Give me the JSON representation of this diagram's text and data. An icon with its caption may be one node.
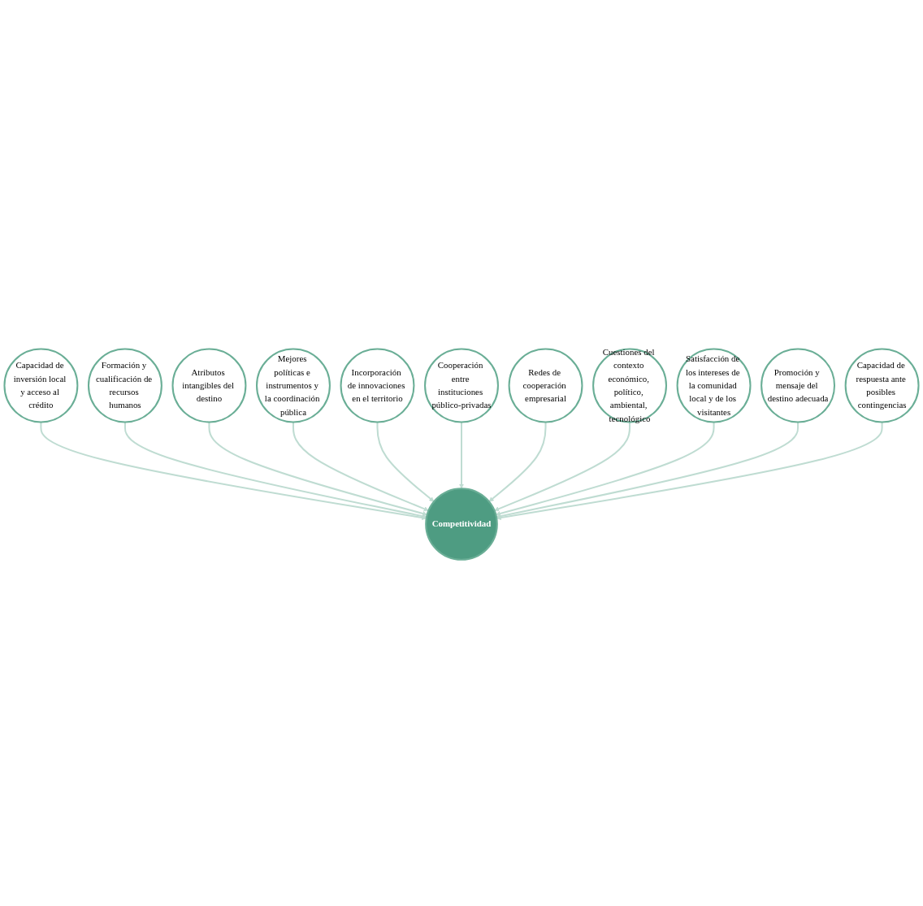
{
  "diagram": {
    "nodes": [
      {
        "text": [
          "Competitividad"
        ]
      },
      {
        "text": [
          "Capacidad de inversión local y acceso al crédito"
        ]
      },
      {
        "text": [
          "Formación y cualificación de recursos humanos"
        ]
      },
      {
        "text": [
          "Atributos intangibles del destino"
        ]
      },
      {
        "text": [
          "Mejores políticas e instrumentos y la coordinación pública"
        ]
      },
      {
        "text": [
          "Incorporación de innovaciones en el territorio"
        ]
      },
      {
        "text": [
          "Cooperación entre instituciones público-privadas"
        ]
      },
      {
        "text": [
          "Redes de cooperación empresarial"
        ]
      },
      {
        "text": [
          "Cuestiones del contexto económico, político, ambiental, tecnológico"
        ]
      },
      {
        "text": [
          "Satisfacción de los intereses de la comunidad local y de los visitantes"
        ]
      },
      {
        "text": [
          "Promoción y mensaje del destino adecuada"
        ]
      },
      {
        "text": [
          "Capacidad de respuesta ante posibles contingencias"
        ]
      }
    ],
    "edges": [
      {
        "from": 1,
        "to": 0,
        "arrow": "to"
      },
      {
        "from": 2,
        "to": 0,
        "arrow": "to"
      },
      {
        "from": 3,
        "to": 0,
        "arrow": "to"
      },
      {
        "from": 4,
        "to": 0,
        "arrow": "to"
      },
      {
        "from": 5,
        "to": 0,
        "arrow": "to"
      },
      {
        "from": 6,
        "to": 0,
        "arrow": "to"
      },
      {
        "from": 7,
        "to": 0,
        "arrow": "to"
      },
      {
        "from": 8,
        "to": 0,
        "arrow": "to"
      },
      {
        "from": 9,
        "to": 0,
        "arrow": "to"
      },
      {
        "from": 10,
        "to": 0,
        "arrow": "to"
      },
      {
        "from": 11,
        "to": 0,
        "arrow": "to"
      }
    ]
  }
}
